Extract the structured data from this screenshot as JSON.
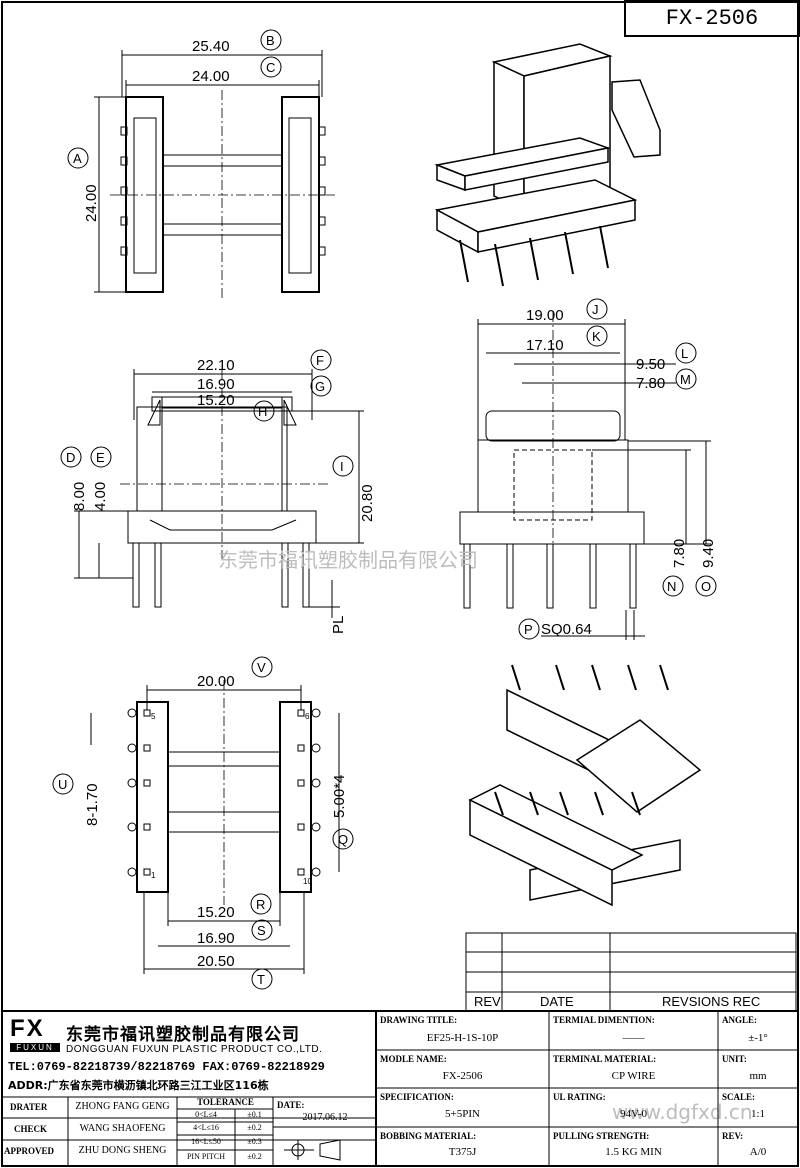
{
  "header": {
    "model_code": "FX-2506"
  },
  "watermark": {
    "text": "东莞市福讯塑胶制品有限公司",
    "site": "www.dgfxd.cn"
  },
  "views": {
    "top": {
      "dims": [
        {
          "label": "B",
          "value": "25.40"
        },
        {
          "label": "C",
          "value": "24.00"
        },
        {
          "label": "A",
          "value": "24.00"
        }
      ]
    },
    "front": {
      "dims": [
        {
          "label": "F",
          "value": "22.10"
        },
        {
          "label": "G",
          "value": "16.90"
        },
        {
          "label": "H",
          "value": "15.20"
        },
        {
          "label": "I",
          "value": "20.80"
        },
        {
          "label": "D",
          "value": "8.00"
        },
        {
          "label": "E",
          "value": "4.00"
        },
        {
          "label": "",
          "value": "PL"
        }
      ]
    },
    "side": {
      "dims": [
        {
          "label": "J",
          "value": "19.00"
        },
        {
          "label": "K",
          "value": "17.10"
        },
        {
          "label": "L",
          "value": "9.50"
        },
        {
          "label": "M",
          "value": "7.80"
        },
        {
          "label": "N",
          "value": "7.80"
        },
        {
          "label": "O",
          "value": "9.40"
        },
        {
          "label": "P",
          "value": "SQ0.64"
        }
      ]
    },
    "bottom": {
      "dims": [
        {
          "label": "V",
          "value": "20.00"
        },
        {
          "label": "U",
          "value": "8-1.70"
        },
        {
          "label": "Q",
          "value": "5.00*4"
        },
        {
          "label": "R",
          "value": "15.20"
        },
        {
          "label": "S",
          "value": "16.90"
        },
        {
          "label": "T",
          "value": "20.50"
        }
      ],
      "pin_labels": [
        "5",
        "1",
        "6",
        "10"
      ]
    }
  },
  "revision_table": {
    "headers": [
      "REV",
      "DATE",
      "REVSIONS REC"
    ]
  },
  "company": {
    "logo": "FX",
    "logo_sub": "FUXUN",
    "name_cn": "东莞市福讯塑胶制品有限公司",
    "name_en": "DONGGUAN FUXUN PLASTIC PRODUCT CO.,LTD.",
    "tel": "TEL:0769-82218739/82218769 FAX:0769-82218929",
    "addr": "ADDR:广东省东莞市横沥镇北环路三江工业区116栋"
  },
  "signoff": [
    {
      "role": "DRATER",
      "name": "ZHONG FANG GENG"
    },
    {
      "role": "CHECK",
      "name": "WANG SHAOFENG"
    },
    {
      "role": "APPROVED",
      "name": "ZHU DONG SHENG"
    }
  ],
  "tolerance": {
    "title": "TOLERANCE",
    "rows": [
      {
        "range": "0<L≤4",
        "value": "±0.1"
      },
      {
        "range": "4<L≤16",
        "value": "±0.2"
      },
      {
        "range": "16<L≤50",
        "value": "±0.3"
      },
      {
        "range": "PIN PITCH",
        "value": "±0.2"
      }
    ]
  },
  "date": {
    "label": "DATE:",
    "value": "2017.06.12"
  },
  "fields": {
    "drawing_title": {
      "label": "DRAWING TITLE:",
      "value": "EF25-H-1S-10P"
    },
    "terminal_dimention": {
      "label": "TERMIAL DIMENTION:",
      "value": "——"
    },
    "angle": {
      "label": "ANGLE:",
      "value": "±-1°"
    },
    "module_name": {
      "label": "MODLE NAME:",
      "value": "FX-2506"
    },
    "terminal_material": {
      "label": "TERMINAL MATERIAL:",
      "value": "CP WIRE"
    },
    "unit": {
      "label": "UNIT:",
      "value": "mm"
    },
    "specification": {
      "label": "SPECIFICATION:",
      "value": "5+5PIN"
    },
    "ul_rating": {
      "label": "UL RATING:",
      "value": "94V-0"
    },
    "scale": {
      "label": "SCALE:",
      "value": "1:1"
    },
    "bobbing_material": {
      "label": "BOBBING MATERIAL:",
      "value": "T375J"
    },
    "pulling_strength": {
      "label": "PULLING STRENGTH:",
      "value": "1.5 KG MIN"
    },
    "rev": {
      "label": "REV:",
      "value": "A/0"
    }
  }
}
